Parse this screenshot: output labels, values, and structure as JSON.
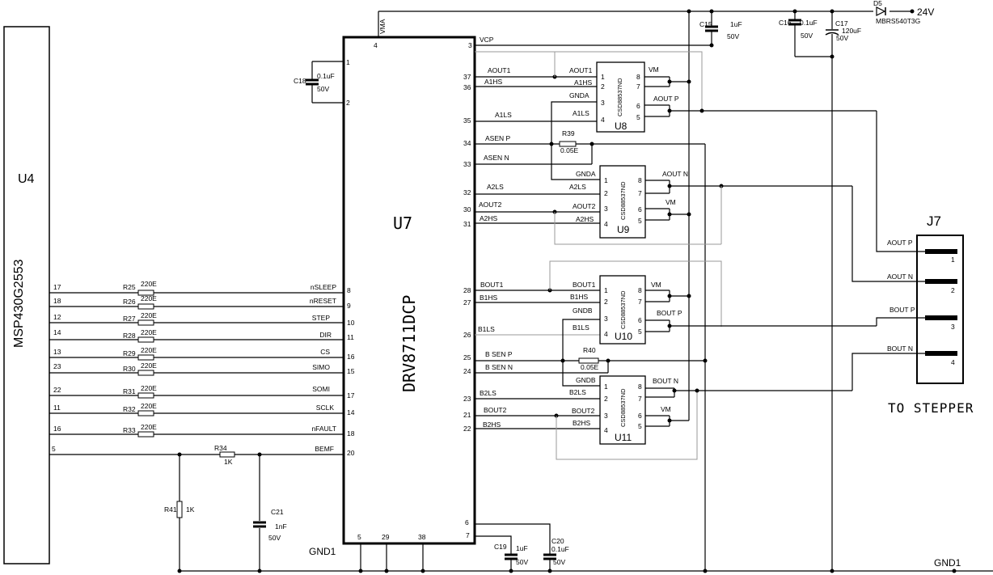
{
  "u4": {
    "ref": "U4",
    "part": "MSP430G2553",
    "pins": [
      {
        "num": "17",
        "res": "R25",
        "val": "220E",
        "sig": "nSLEEP",
        "pin": "8"
      },
      {
        "num": "18",
        "res": "R26",
        "val": "220E",
        "sig": "nRESET",
        "pin": "9"
      },
      {
        "num": "12",
        "res": "R27",
        "val": "220E",
        "sig": "STEP",
        "pin": "10"
      },
      {
        "num": "14",
        "res": "R28",
        "val": "220E",
        "sig": "DIR",
        "pin": "11"
      },
      {
        "num": "13",
        "res": "R29",
        "val": "220E",
        "sig": "CS",
        "pin": "16"
      },
      {
        "num": "23",
        "res": "R30",
        "val": "220E",
        "sig": "SIMO",
        "pin": "15"
      },
      {
        "num": "22",
        "res": "R31",
        "val": "220E",
        "sig": "SOMI",
        "pin": "17"
      },
      {
        "num": "11",
        "res": "R32",
        "val": "220E",
        "sig": "SCLK",
        "pin": "14"
      },
      {
        "num": "16",
        "res": "R33",
        "val": "220E",
        "sig": "nFAULT",
        "pin": "18"
      }
    ],
    "bemf": {
      "num": "5",
      "sig": "BEMF",
      "pin": "20"
    }
  },
  "u7": {
    "ref": "U7",
    "part": "DRV8711DCP",
    "vma": "VMA",
    "vma_pin": "4",
    "vcp": "VCP",
    "vcp_pin": "3",
    "left_pins": [
      "1",
      "2"
    ],
    "bottom_pins": [
      "5",
      "29",
      "38"
    ],
    "pin6": "6",
    "pin7": "7",
    "right": [
      {
        "pin": "37",
        "sig": "AOUT1"
      },
      {
        "pin": "36",
        "sig": "A1HS"
      },
      {
        "pin": "35",
        "sig": "A1LS"
      },
      {
        "pin": "34",
        "sig": "ASEN P"
      },
      {
        "pin": "33",
        "sig": "ASEN N"
      },
      {
        "pin": "32",
        "sig": "A2LS"
      },
      {
        "pin": "30",
        "sig": "AOUT2"
      },
      {
        "pin": "31",
        "sig": "A2HS"
      },
      {
        "pin": "28",
        "sig": "BOUT1"
      },
      {
        "pin": "27",
        "sig": "B1HS"
      },
      {
        "pin": "26",
        "sig": "B1LS"
      },
      {
        "pin": "25",
        "sig": "B SEN P"
      },
      {
        "pin": "24",
        "sig": "B SEN N"
      },
      {
        "pin": "23",
        "sig": "B2LS"
      },
      {
        "pin": "21",
        "sig": "BOUT2"
      },
      {
        "pin": "22",
        "sig": "B2HS"
      }
    ]
  },
  "mosfets": [
    {
      "ref": "U8",
      "part": "CSD88537ND",
      "l1": "AOUT1",
      "l2": "A1HS",
      "l3": "GNDA",
      "l4": "A1LS",
      "r1": "VM",
      "r2": "AOUT P"
    },
    {
      "ref": "U9",
      "part": "CSD88537ND",
      "l1": "A2LS",
      "l3": "AOUT2",
      "l4": "A2HS",
      "top": "GNDA",
      "r1": "AOUT N",
      "r2": "VM"
    },
    {
      "ref": "U10",
      "part": "CSD88537ND",
      "l1": "BOUT1",
      "l2": "B1HS",
      "l3": "GNDB",
      "l4": "B1LS",
      "r1": "VM",
      "r2": "BOUT P"
    },
    {
      "ref": "U11",
      "part": "CSD88537ND",
      "l1": "B2LS",
      "l3": "BOUT2",
      "l4": "B2HS",
      "top": "GNDB",
      "r1": "BOUT N",
      "r2": "VM"
    }
  ],
  "pin_nums_mos": [
    "1",
    "2",
    "3",
    "4",
    "5",
    "6",
    "7",
    "8"
  ],
  "passives": {
    "c18": {
      "ref": "C18",
      "val": "0.1uF",
      "v": "50V"
    },
    "c15": {
      "ref": "C15",
      "val": "1uF",
      "v": "50V"
    },
    "c16": {
      "ref": "C16",
      "val": "0.1uF",
      "v": "50V"
    },
    "c17": {
      "ref": "C17",
      "val": "120uF",
      "v": "50V"
    },
    "c19": {
      "ref": "C19",
      "val": "1uF",
      "v": "50V"
    },
    "c20": {
      "ref": "C20",
      "val": "0.1uF",
      "v": "50V"
    },
    "c21": {
      "ref": "C21",
      "val": "1nF",
      "v": "50V"
    },
    "r34": {
      "ref": "R34",
      "val": "1K"
    },
    "r41": {
      "ref": "R41",
      "val": "1K"
    },
    "r39": {
      "ref": "R39",
      "val": "0.05E"
    },
    "r40": {
      "ref": "R40",
      "val": "0.05E"
    },
    "d5": {
      "ref": "D5",
      "part": "MBRS540T3G"
    }
  },
  "power": {
    "v24": "24V",
    "gnd_left": "GND1",
    "gnd_right": "GND1"
  },
  "j7": {
    "ref": "J7",
    "caption": "TO STEPPER",
    "pins": [
      {
        "n": "1",
        "sig": "AOUT P"
      },
      {
        "n": "2",
        "sig": "AOUT N"
      },
      {
        "n": "3",
        "sig": "BOUT P"
      },
      {
        "n": "4",
        "sig": "BOUT N"
      }
    ]
  }
}
